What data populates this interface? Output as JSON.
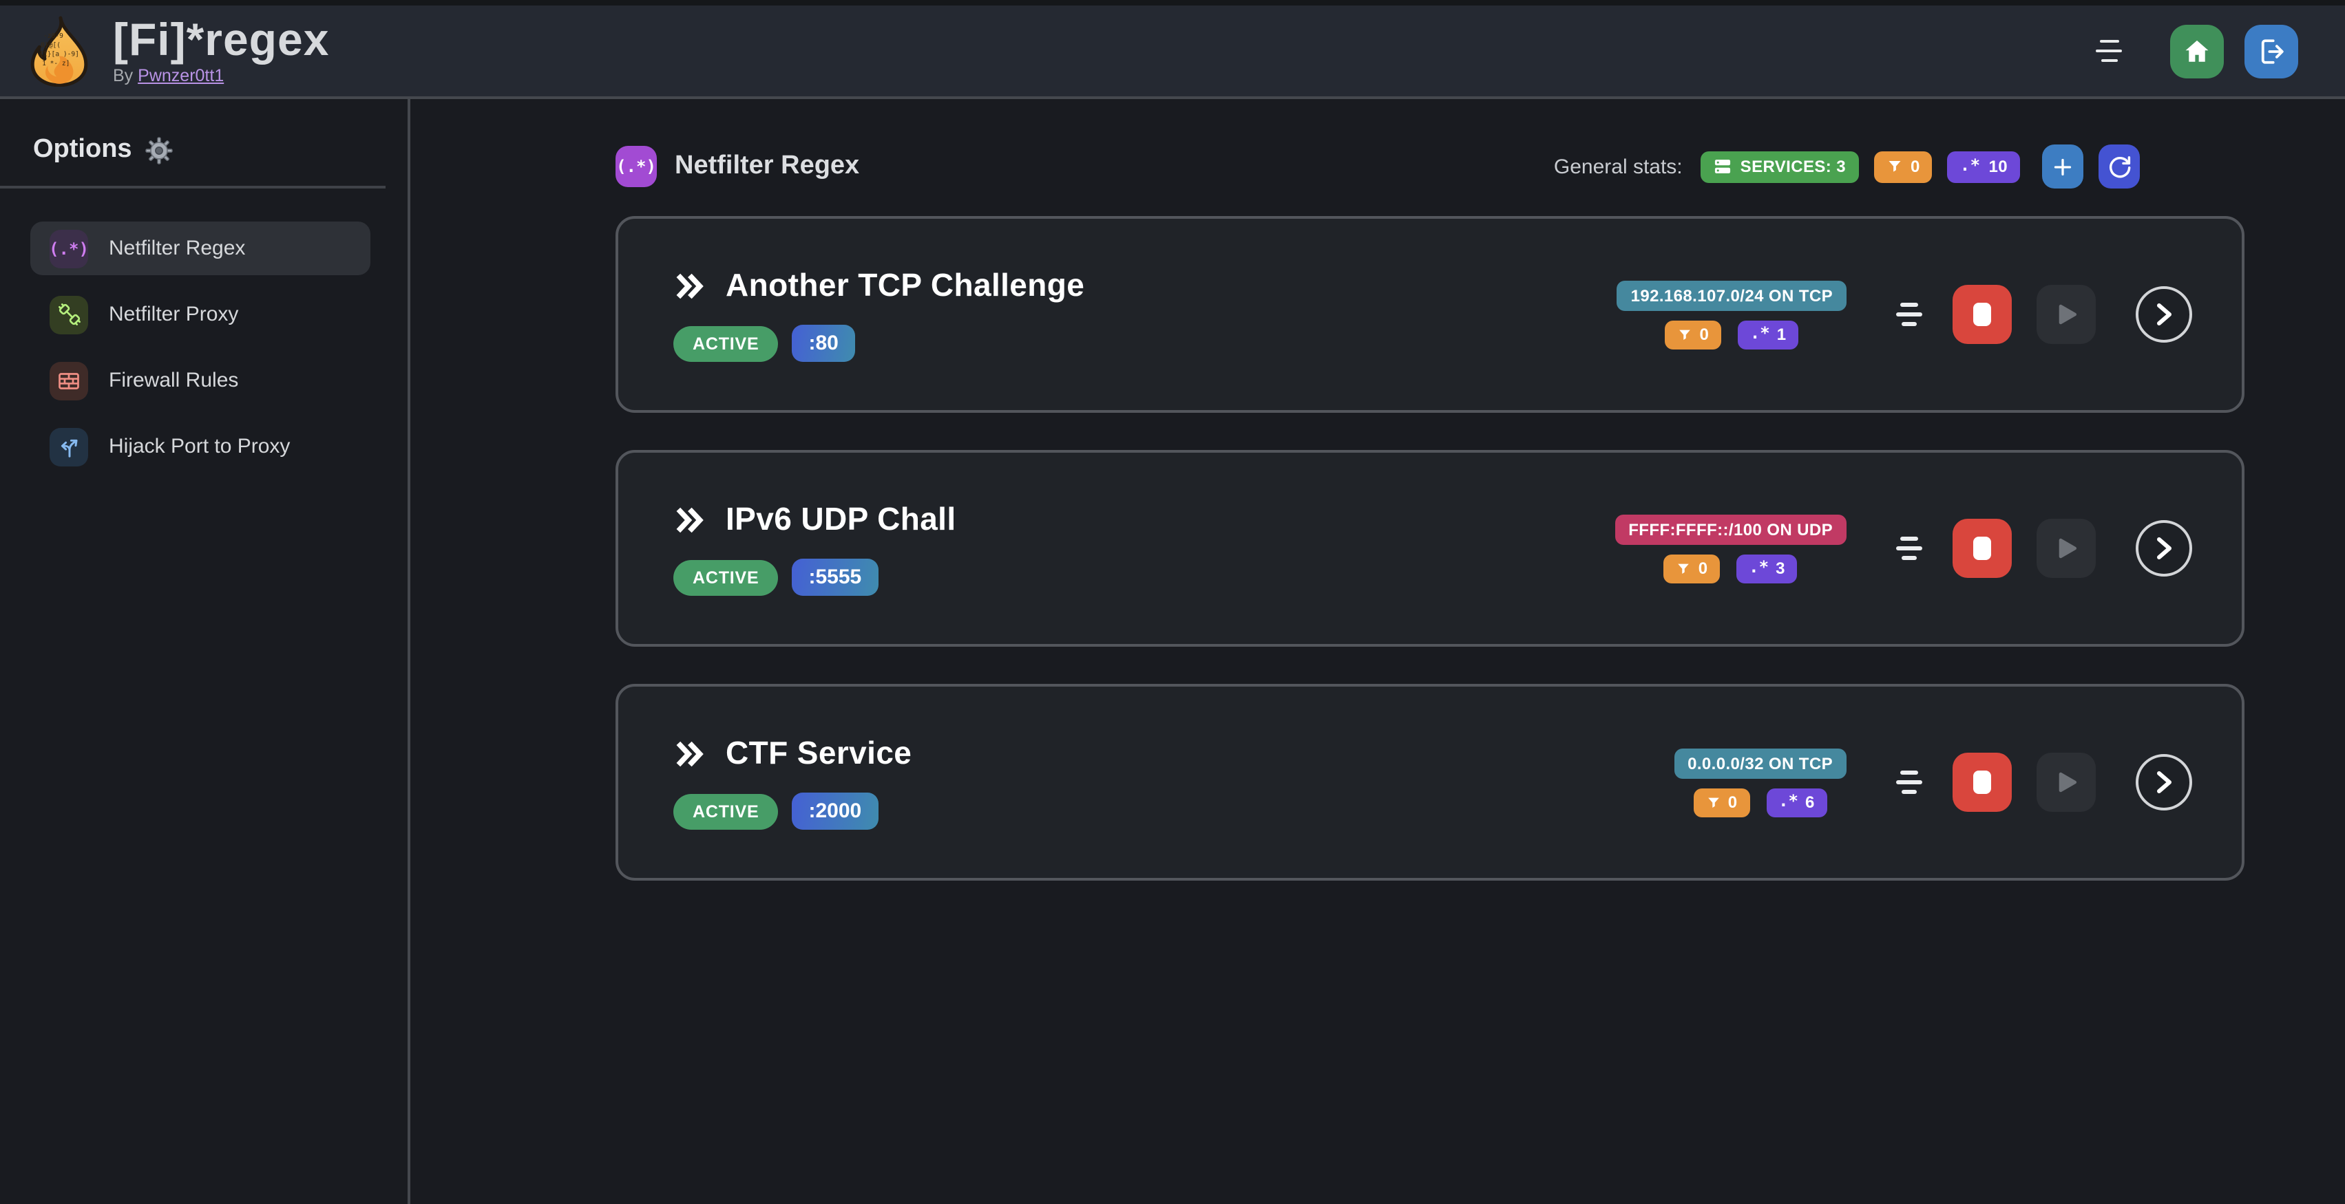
{
  "app": {
    "title": "[Fi]*regex",
    "byline_prefix": "By",
    "author": "Pwnzer0tt1"
  },
  "glyphs": {
    "regex_paren": "(.*)",
    "dot_star": ".*"
  },
  "sidebar": {
    "heading": "Options",
    "items": [
      {
        "label": "Netfilter Regex",
        "icon": "regex-paren-icon",
        "active": true
      },
      {
        "label": "Netfilter Proxy",
        "icon": "plug-chain-icon",
        "active": false
      },
      {
        "label": "Firewall Rules",
        "icon": "brick-wall-icon",
        "active": false
      },
      {
        "label": "Hijack Port to Proxy",
        "icon": "split-arrow-icon",
        "active": false
      }
    ]
  },
  "main": {
    "section": {
      "icon_text": "(.*)",
      "title": "Netfilter Regex"
    },
    "stats": {
      "label": "General stats:",
      "services": "SERVICES: 3",
      "filters": "0",
      "regexes": "10"
    },
    "services": [
      {
        "title": "Another TCP Challenge",
        "status": "ACTIVE",
        "port": ":80",
        "target": "192.168.107.0/24 ON TCP",
        "target_color": "#45889e",
        "filters": "0",
        "regexes": "1"
      },
      {
        "title": "IPv6 UDP Chall",
        "status": "ACTIVE",
        "port": ":5555",
        "target": "FFFF:FFFF::/100 ON UDP",
        "target_color": "#c13a64",
        "filters": "0",
        "regexes": "3"
      },
      {
        "title": "CTF Service",
        "status": "ACTIVE",
        "port": ":2000",
        "target": "0.0.0.0/32 ON TCP",
        "target_color": "#45889e",
        "filters": "0",
        "regexes": "6"
      }
    ]
  },
  "colors": {
    "header_bg": "#252932",
    "page_bg": "#191b20",
    "card_bg": "#202328",
    "card_border": "#53565c",
    "green": "#4aa250",
    "active_green": "#479d67",
    "orange": "#e8953b",
    "violet": "#6d48d8",
    "teal": "#45889e",
    "crimson": "#c13a64",
    "red": "#d9463d",
    "home_green": "#40905a",
    "logout_blue": "#3c7cc4",
    "add_blue": "#3d7dc2",
    "refresh_indigo": "#4453d2",
    "accent_purple": "#a24bd3"
  }
}
